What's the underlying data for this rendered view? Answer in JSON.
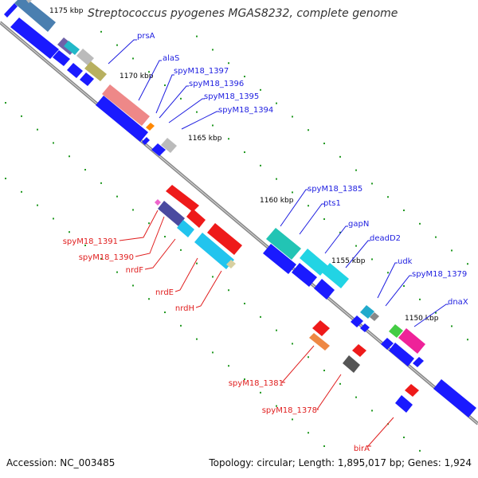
{
  "title": "Streptococcus pyogenes MGAS8232, complete genome",
  "footer": {
    "accession": "Accession: NC_003485",
    "summary": "Topology: circular; Length: 1,895,017 bp; Genes: 1,924"
  },
  "colors": {
    "backbone": "#7f7f7f",
    "forward_label": "#1e1ee0",
    "reverse_label": "#e01e1e",
    "tick": "#229922"
  },
  "ruler": [
    "1175 kbp",
    "1170 kbp",
    "1165 kbp",
    "1160 kbp",
    "1155 kbp",
    "1150 kbp"
  ],
  "genes_forward": [
    "prsA",
    "alaS",
    "spyM18_1397",
    "spyM18_1396",
    "spyM18_1395",
    "spyM18_1394",
    "spyM18_1385",
    "pts1",
    "gapN",
    "deadD2",
    "udk",
    "spyM18_1379",
    "dnaX"
  ],
  "genes_reverse": [
    "spyM18_1391",
    "spyM18_1390",
    "nrdF",
    "nrdE",
    "nrdH",
    "spyM18_1381",
    "spyM18_1378",
    "birA"
  ]
}
